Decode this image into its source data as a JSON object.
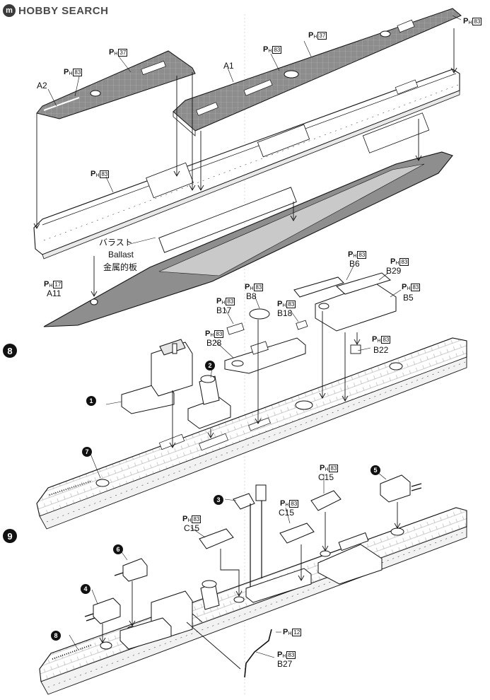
{
  "header": {
    "logo_mark": "m",
    "logo_text": "HOBBY SEARCH"
  },
  "step_numbers": {
    "step8": "8",
    "step9": "9"
  },
  "parts": {
    "a1": "A1",
    "a2": "A2",
    "a11": "A11",
    "b5": "B5",
    "b6": "B6",
    "b8": "B8",
    "b17": "B17",
    "b18": "B18",
    "b22": "B22",
    "b27": "B27",
    "b28": "B28",
    "b29": "B29",
    "c15a": "C15",
    "c15b": "C15",
    "c15c": "C15"
  },
  "paint_refs": {
    "p": "P",
    "h": "H",
    "r37": "37",
    "r83": "83",
    "r17": "17",
    "r12": "12"
  },
  "ballast": {
    "jp_top": "バラスト",
    "en": "Ballast",
    "jp_bottom": "金属的板"
  },
  "subassembly_bullets": [
    "1",
    "2",
    "7",
    "3",
    "5",
    "6",
    "4",
    "8"
  ]
}
